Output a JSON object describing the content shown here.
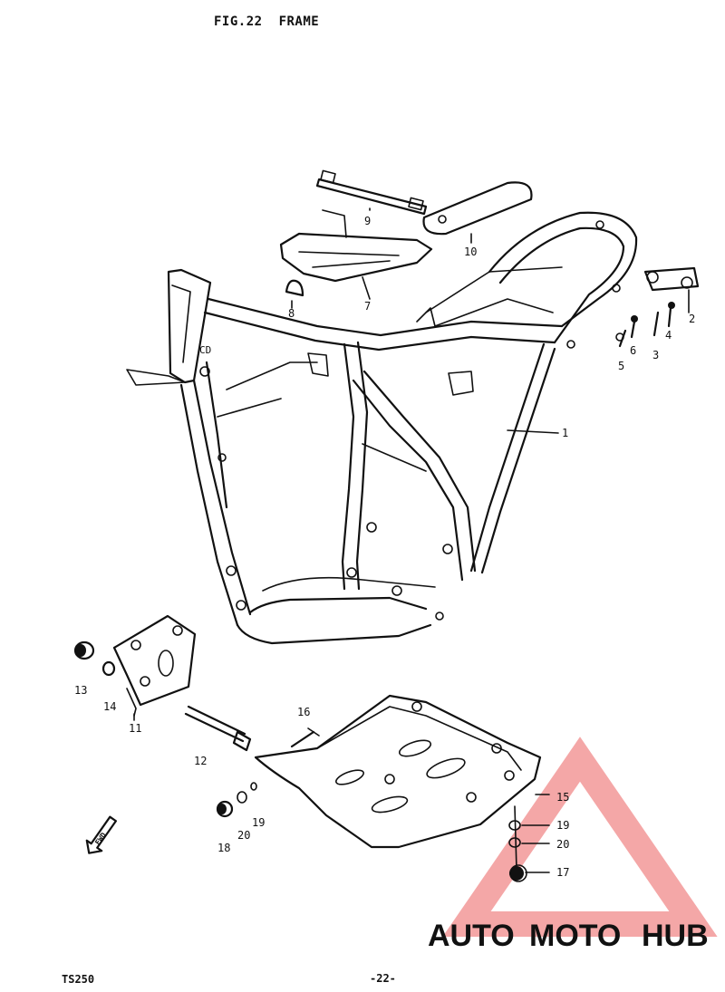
{
  "header": {
    "fig": "FIG.22",
    "title": "FRAME"
  },
  "footer": {
    "model": "TS250",
    "page": "-22-"
  },
  "fwd_label": "FWD",
  "callouts": [
    "1",
    "2",
    "3",
    "4",
    "5",
    "6",
    "7",
    "8",
    "9",
    "10",
    "11",
    "12",
    "13",
    "14",
    "15",
    "16",
    "17",
    "18",
    "19",
    "20",
    "19",
    "20"
  ],
  "watermark": {
    "word1": "AUTO",
    "word2": "MOTO",
    "word3": "HUB",
    "colors": {
      "auto": "#f5c24a",
      "moto": "#f0a0a0",
      "hub": "#8a8a8a",
      "triangle": "#f08a8a"
    }
  }
}
